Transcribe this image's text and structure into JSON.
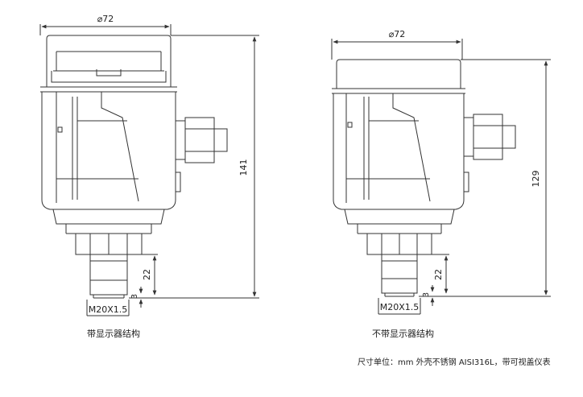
{
  "left_view": {
    "caption": "带显示器结构",
    "width_dim": "⌀72",
    "height_dim": "141",
    "thread_dim": "22",
    "small_dim": "3",
    "thread_label": "M20X1.5"
  },
  "right_view": {
    "caption": "不带显示器结构",
    "width_dim": "⌀72",
    "height_dim": "129",
    "thread_dim": "22",
    "small_dim": "3",
    "thread_label": "M20X1.5"
  },
  "note": "尺寸单位：mm  外壳不锈钢 AISI316L，带可视盖仪表",
  "colors": {
    "line": "#333333"
  }
}
